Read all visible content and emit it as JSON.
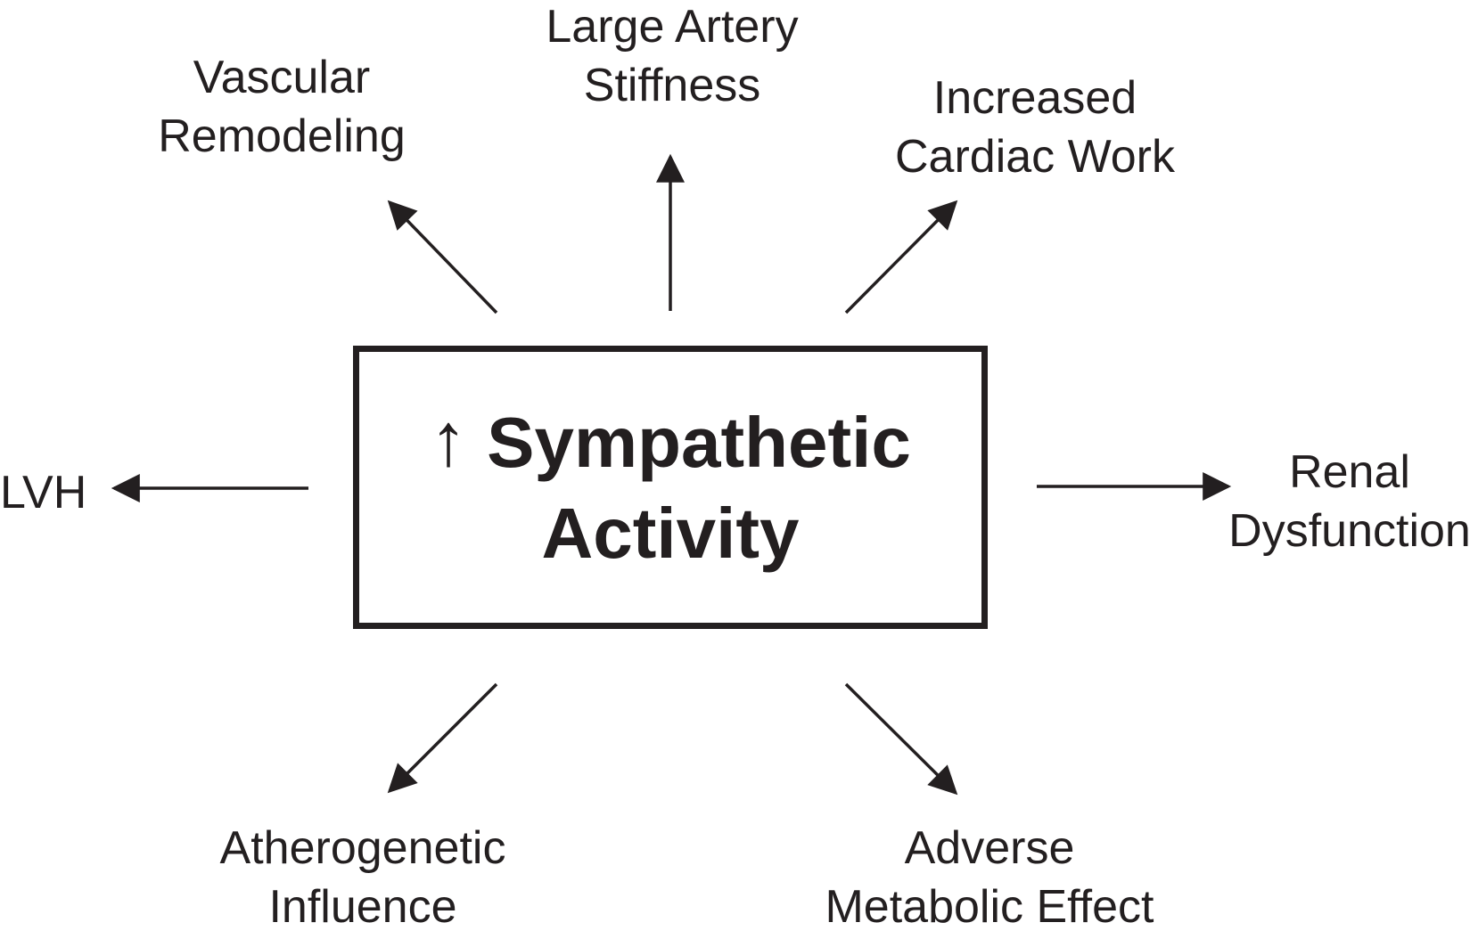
{
  "center": {
    "up_arrow": "↑",
    "line1": "Sympathetic",
    "line2": "Activity"
  },
  "effects": {
    "vascular_remodeling": {
      "line1": "Vascular",
      "line2": "Remodeling"
    },
    "large_artery_stiffness": {
      "line1": "Large Artery",
      "line2": "Stiffness"
    },
    "increased_cardiac_work": {
      "line1": "Increased",
      "line2": "Cardiac Work"
    },
    "lvh": {
      "line1": "LVH"
    },
    "renal_dysfunction": {
      "line1": "Renal",
      "line2": "Dysfunction"
    },
    "atherogenetic_influence": {
      "line1": "Atherogenetic",
      "line2": "Influence"
    },
    "adverse_metabolic_effect": {
      "line1": "Adverse",
      "line2": "Metabolic Effect"
    }
  },
  "colors": {
    "ink": "#231f20",
    "background": "#ffffff"
  }
}
